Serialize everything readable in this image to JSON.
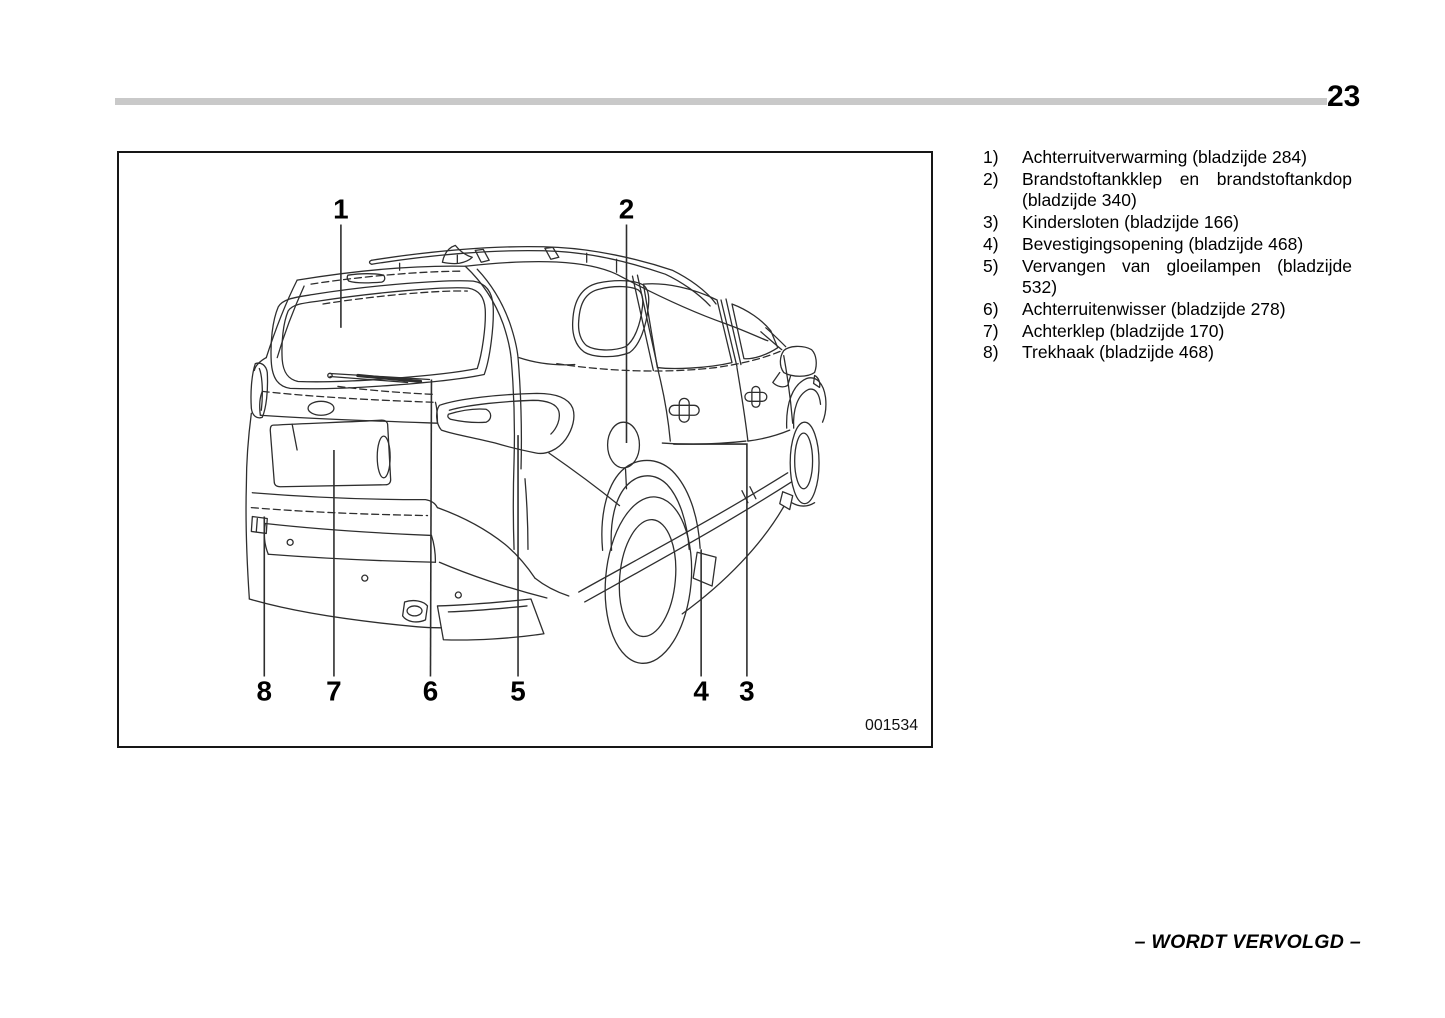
{
  "page": {
    "number": "23"
  },
  "figure": {
    "code": "001534",
    "callouts": [
      {
        "label": "1"
      },
      {
        "label": "2"
      },
      {
        "label": "3"
      },
      {
        "label": "4"
      },
      {
        "label": "5"
      },
      {
        "label": "6"
      },
      {
        "label": "7"
      },
      {
        "label": "8"
      }
    ]
  },
  "legend": {
    "items": [
      {
        "num": "1)",
        "text": "Achterruitverwarming (bladzijde 284)"
      },
      {
        "num": "2)",
        "text": "Brandstoftankklep en brandstoftankdop (bladzijde 340)"
      },
      {
        "num": "3)",
        "text": "Kindersloten (bladzijde 166)"
      },
      {
        "num": "4)",
        "text": "Bevestigingsopening (bladzijde 468)"
      },
      {
        "num": "5)",
        "text": "Vervangen van gloeilampen (bladzijde 532)"
      },
      {
        "num": "6)",
        "text": "Achterruitenwisser (bladzijde 278)"
      },
      {
        "num": "7)",
        "text": "Achterklep (bladzijde 170)"
      },
      {
        "num": "8)",
        "text": "Trekhaak (bladzijde 468)"
      }
    ]
  },
  "footer": {
    "continued": "– WORDT VERVOLGD –"
  },
  "colors": {
    "rule": "#c9c9c9",
    "ink": "#000000",
    "lineart": "#2e2e2e"
  }
}
